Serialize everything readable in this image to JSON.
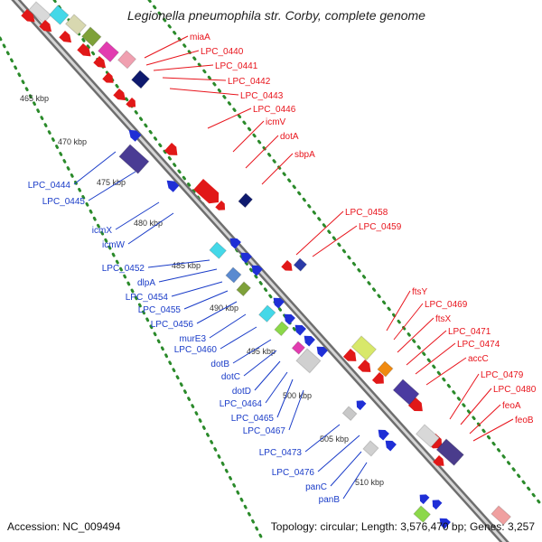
{
  "title": "Legionella pneumophila str. Corby, complete genome",
  "accession": "Accession: NC_009494",
  "topology": "Topology: circular; Length: 3,576,470 bp; Genes: 3,257",
  "colors": {
    "forward_label": "#e8141c",
    "reverse_label": "#1a3cc8",
    "backbone": "#8f8f8f",
    "tick_dots": "#2a8a2a",
    "scale_text": "#333333"
  },
  "scale_ticks": [
    "465 kbp",
    "470 kbp",
    "475 kbp",
    "480 kbp",
    "485 kbp",
    "490 kbp",
    "495 kbp",
    "500 kbp",
    "505 kbp",
    "510 kbp"
  ],
  "forward_labels": [
    "miaA",
    "LPC_0440",
    "LPC_0441",
    "LPC_0442",
    "LPC_0443",
    "LPC_0446",
    "icmV",
    "dotA",
    "sbpA",
    "LPC_0458",
    "LPC_0459",
    "ftsY",
    "LPC_0469",
    "ftsX",
    "LPC_0471",
    "LPC_0474",
    "accC",
    "LPC_0479",
    "LPC_0480",
    "feoA",
    "feoB"
  ],
  "reverse_labels": [
    "LPC_0444",
    "LPC_0445",
    "icmX",
    "icmW",
    "LPC_0452",
    "dlpA",
    "LPC_0454",
    "LPC_0455",
    "LPC_0456",
    "murE3",
    "LPC_0460",
    "dotB",
    "dotC",
    "dotD",
    "LPC_0464",
    "LPC_0465",
    "LPC_0467",
    "LPC_0473",
    "LPC_0476",
    "panC",
    "panB"
  ]
}
